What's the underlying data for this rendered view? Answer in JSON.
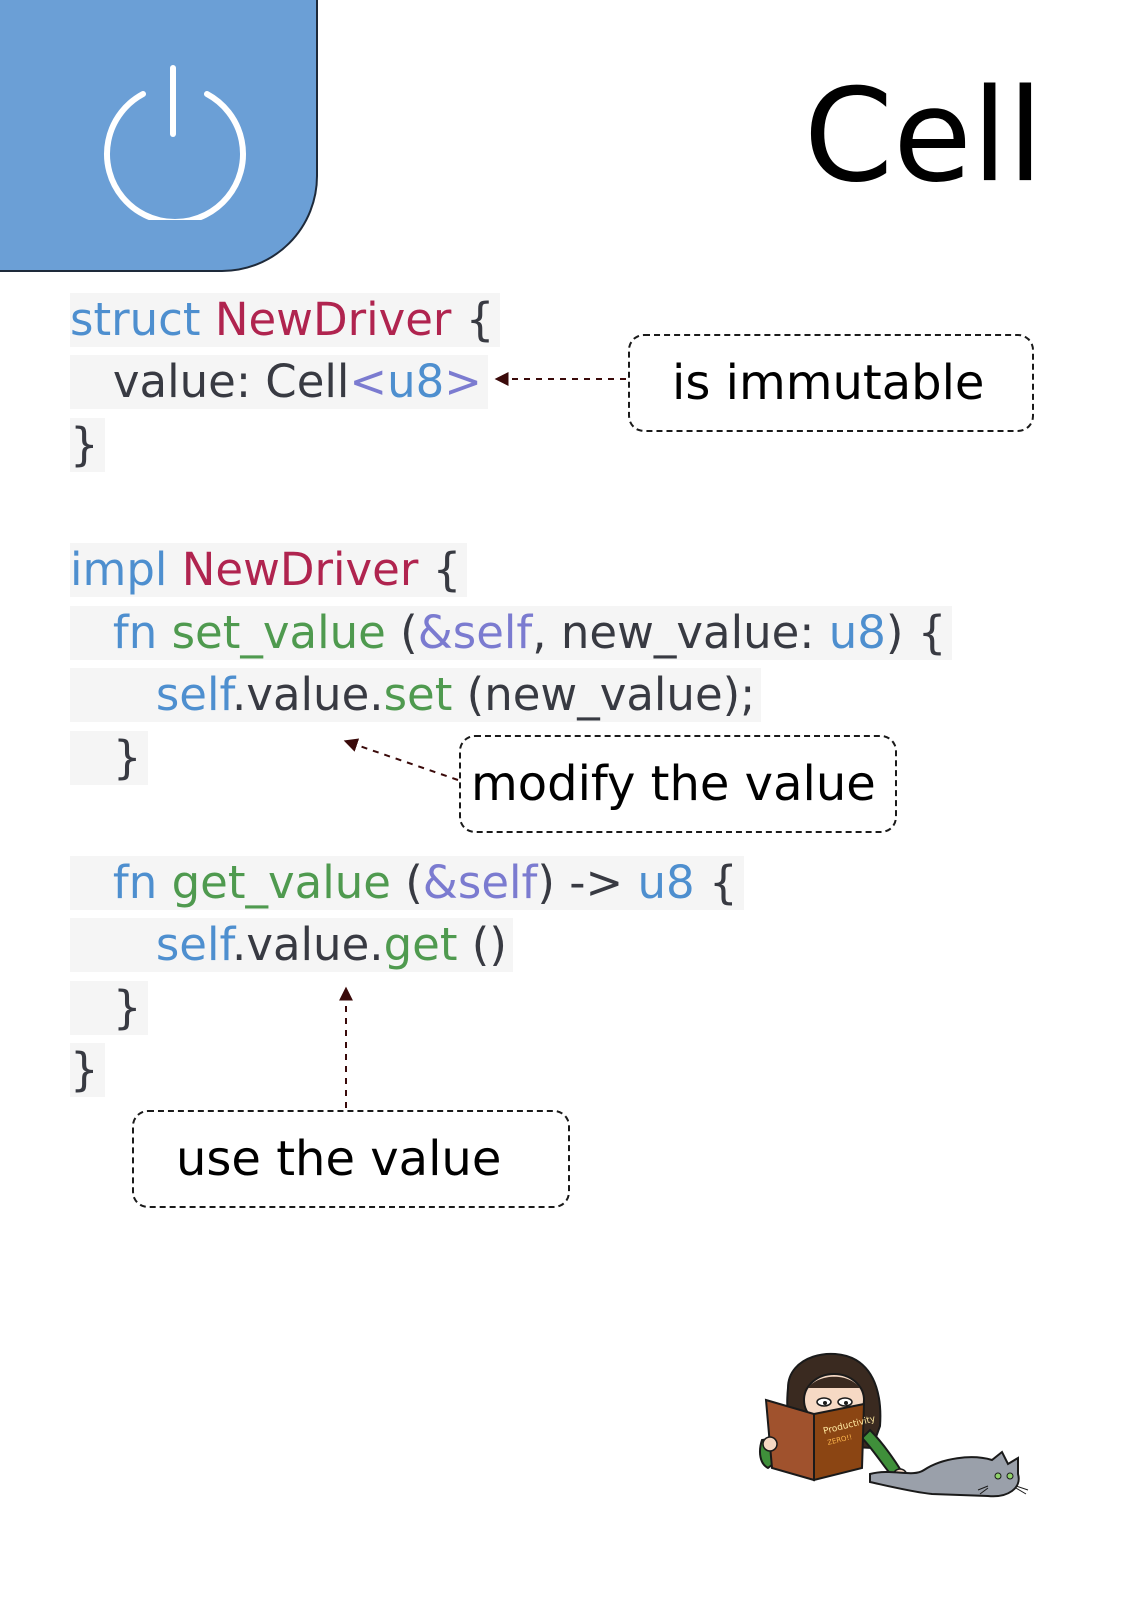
{
  "title": "Cell",
  "icon": "power-icon",
  "colors": {
    "accent_blue": "#6b9fd6",
    "keyword": "#4e8fcf",
    "type_name": "#b0244f",
    "function_name": "#4f9a4f",
    "self_ref": "#7b7bd0",
    "plain_text": "#383a42"
  },
  "code": {
    "l1": {
      "a": "struct",
      "b": " ",
      "c": "NewDriver",
      "d": " {"
    },
    "l2": {
      "a": "   value: Cell",
      "b": "<",
      "c": "u8",
      "d": ">"
    },
    "l3": {
      "a": "}"
    },
    "l4": {
      "a": "impl",
      "b": " ",
      "c": "NewDriver",
      "d": " {"
    },
    "l5": {
      "a": "   ",
      "b": "fn",
      "c": " ",
      "d": "set_value",
      "e": " (",
      "f": "&self",
      "g": ", new_value: ",
      "h": "u8",
      "i": ") {"
    },
    "l6": {
      "a": "      ",
      "b": "self",
      "c": ".value.",
      "d": "set",
      "e": " (new_value);"
    },
    "l7": {
      "a": "   }"
    },
    "l8": {
      "a": "   ",
      "b": "fn",
      "c": " ",
      "d": "get_value",
      "e": " (",
      "f": "&self",
      "g": ") -> ",
      "h": "u8",
      "i": " {"
    },
    "l9": {
      "a": "      ",
      "b": "self",
      "c": ".value.",
      "d": "get",
      "e": " ()"
    },
    "l10": {
      "a": "   }"
    },
    "l11": {
      "a": "}"
    }
  },
  "callouts": {
    "immutable": "is immutable",
    "modify": "modify the value",
    "use": "use the value"
  },
  "mascot": {
    "book_text_1": "Productivity",
    "book_text_2": "ZERO!!"
  }
}
